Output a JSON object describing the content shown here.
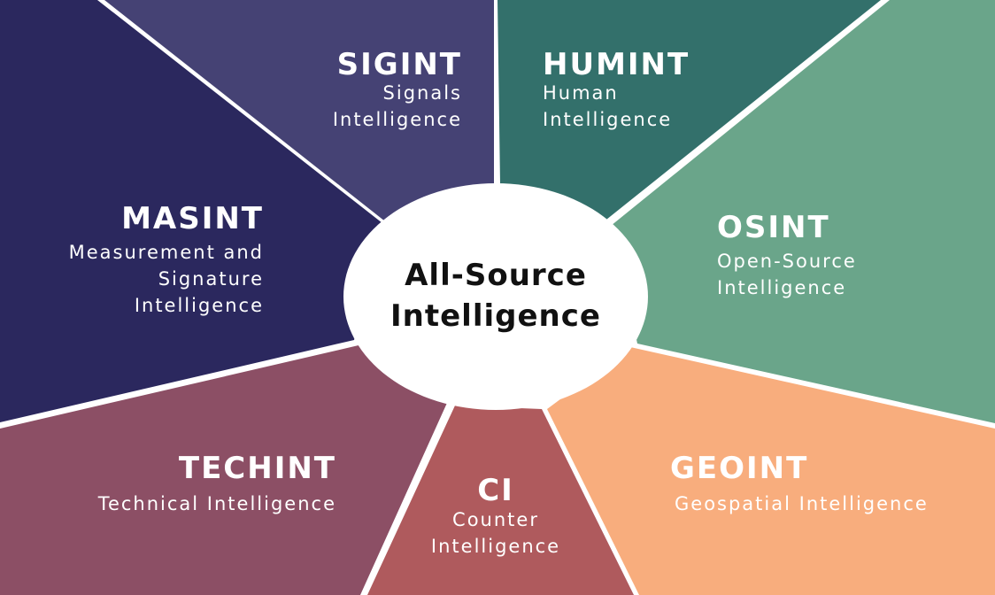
{
  "center": {
    "line1": "All-Source",
    "line2": "Intelligence"
  },
  "segments": [
    {
      "id": "sigint",
      "abbr": "SIGINT",
      "desc": [
        "Signals",
        "Intelligence"
      ],
      "color": "#454274"
    },
    {
      "id": "humint",
      "abbr": "HUMINT",
      "desc": [
        "Human",
        "Intelligence"
      ],
      "color": "#33706B"
    },
    {
      "id": "osint",
      "abbr": "OSINT",
      "desc": [
        "Open-Source",
        "Intelligence"
      ],
      "color": "#6AA58A"
    },
    {
      "id": "geoint",
      "abbr": "GEOINT",
      "desc": [
        "Geospatial Intelligence"
      ],
      "color": "#F8AD7D"
    },
    {
      "id": "ci",
      "abbr": "CI",
      "desc": [
        "Counter",
        "Intelligence"
      ],
      "color": "#AF5A5D"
    },
    {
      "id": "techint",
      "abbr": "TECHINT",
      "desc": [
        "Technical Intelligence"
      ],
      "color": "#8C4F65"
    },
    {
      "id": "masint",
      "abbr": "MASINT",
      "desc": [
        "Measurement and",
        "Signature",
        "Intelligence"
      ],
      "color": "#2B285E"
    }
  ]
}
